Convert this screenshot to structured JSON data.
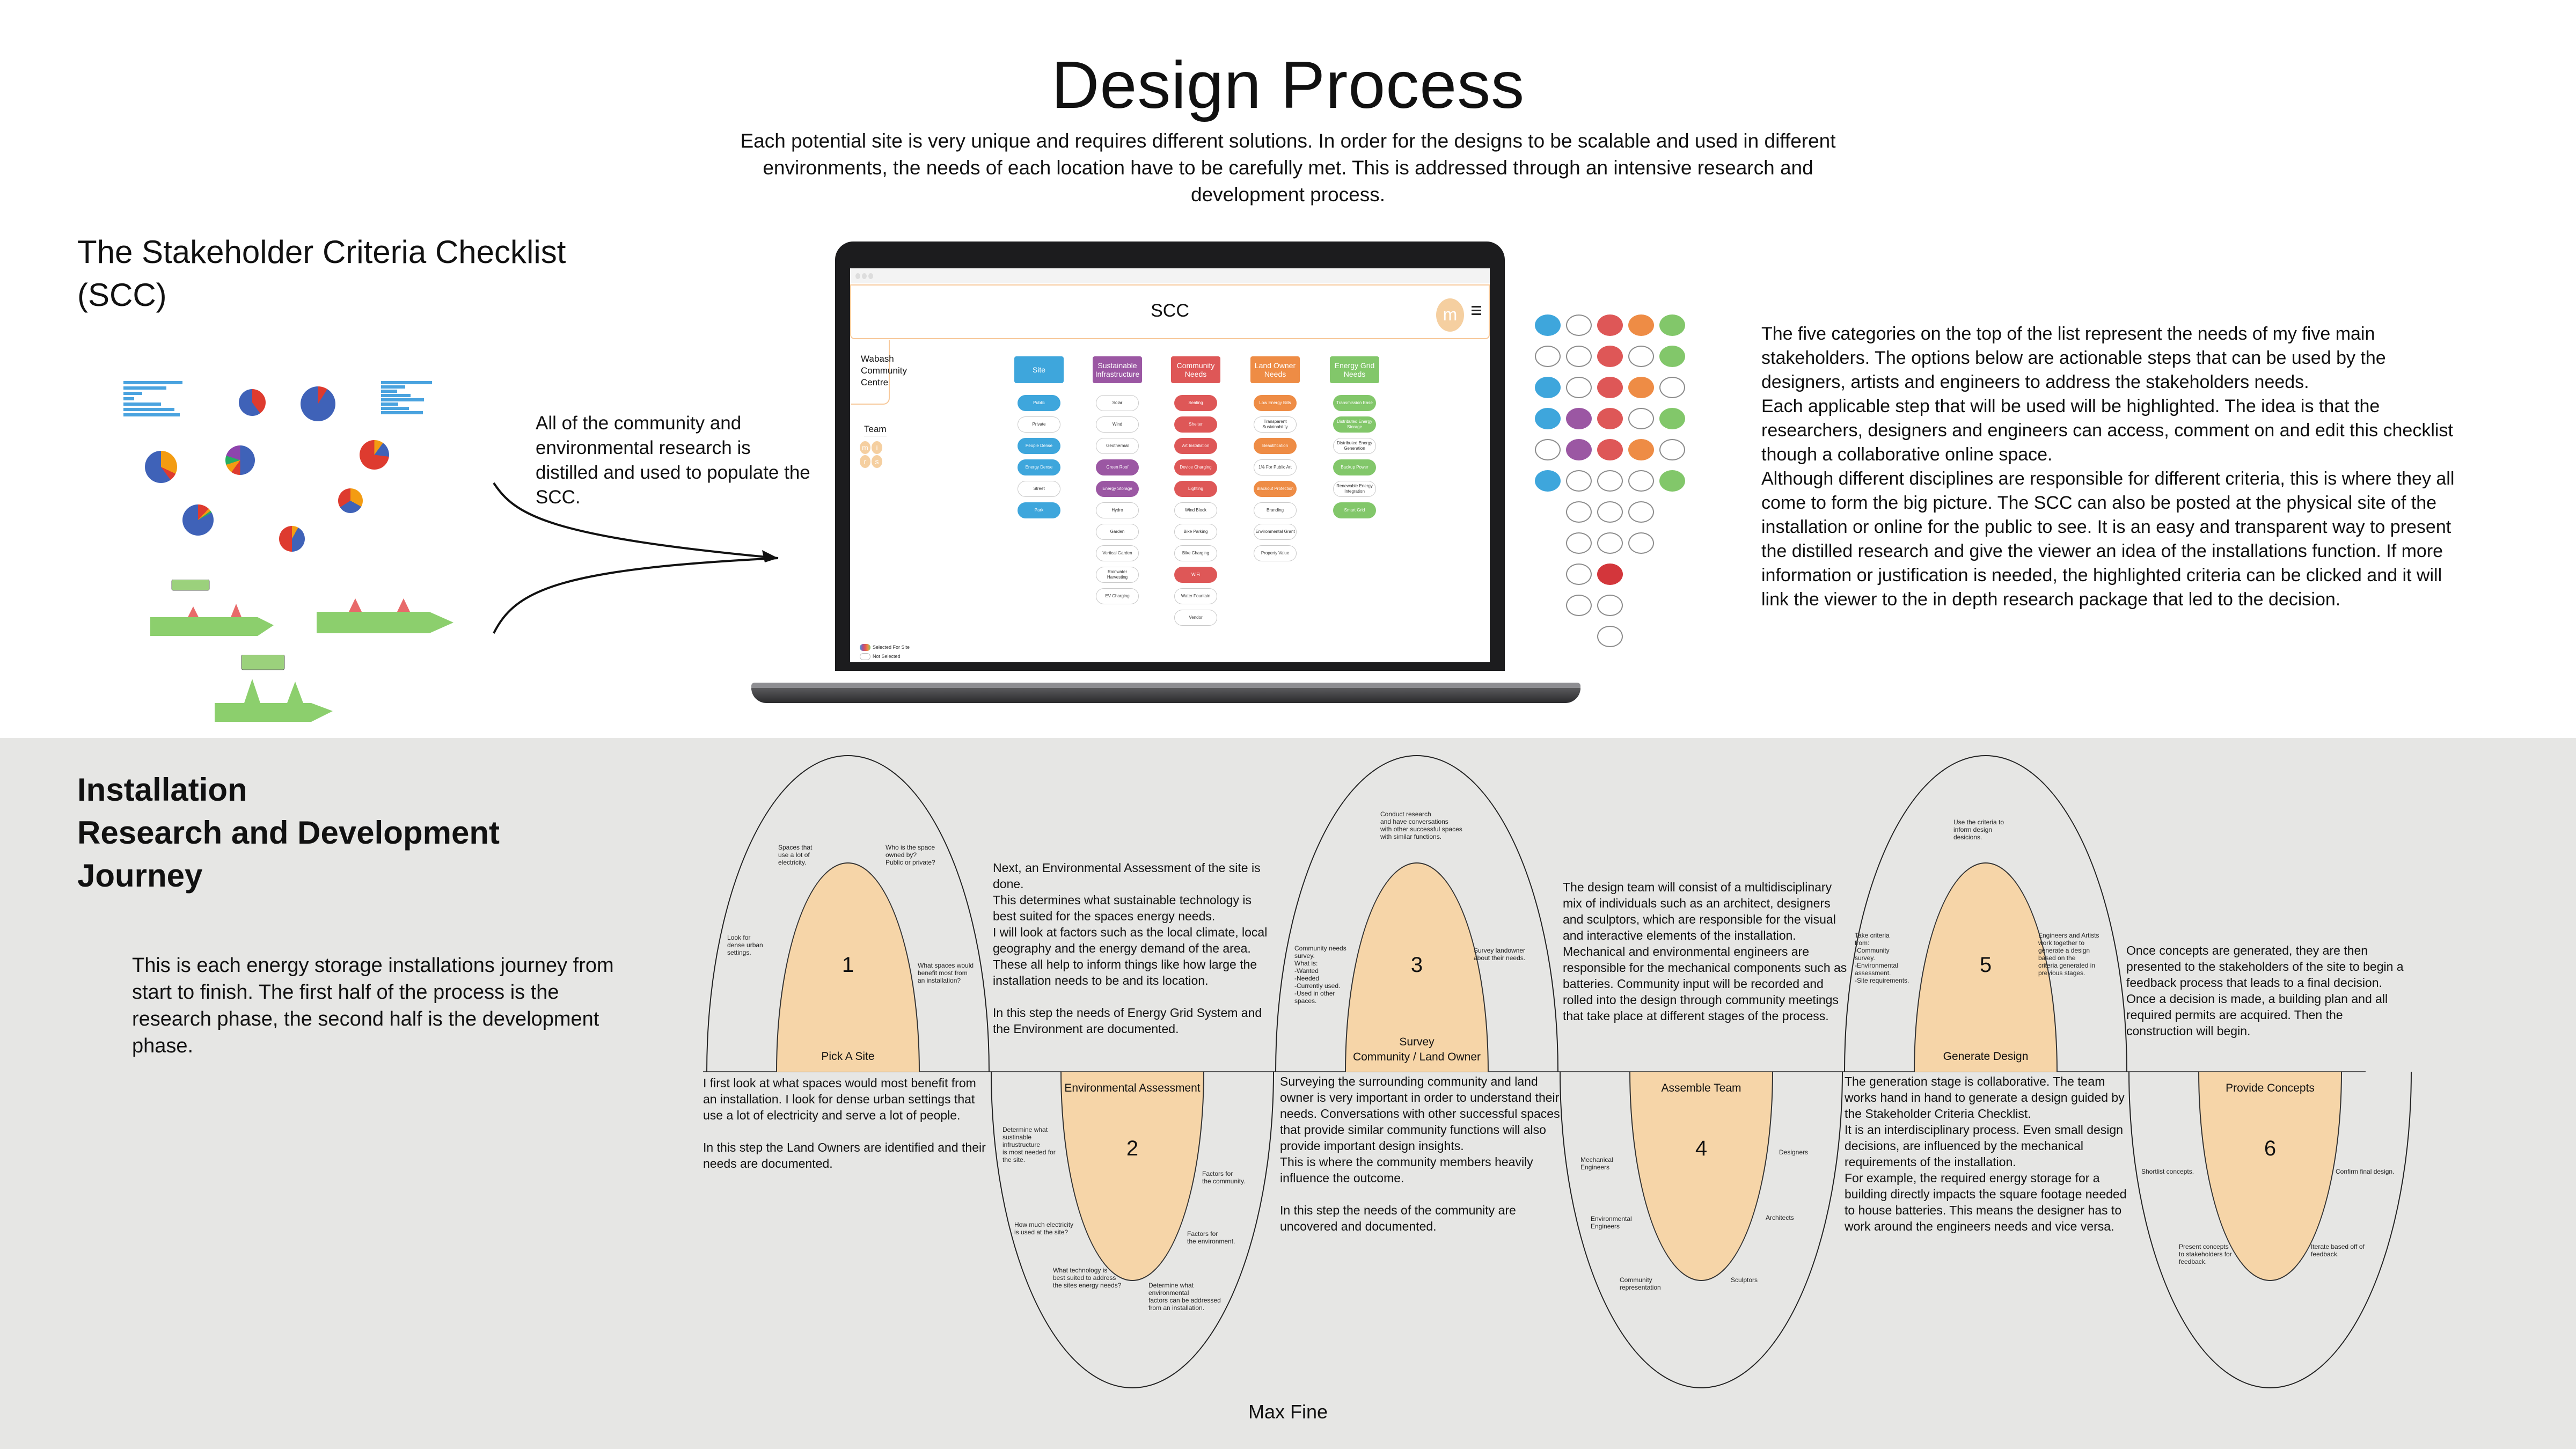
{
  "header": {
    "title": "Design Process",
    "intro": "Each potential site is very unique and requires different solutions. In order for the designs to be scalable and used in different environments, the needs of each location have to be carefully met. This is addressed through an intensive research and development process."
  },
  "scc_section": {
    "heading": "The Stakeholder Criteria Checklist\n (SCC)",
    "lead_text": "All of the community and environmental research is distilled and used to populate the SCC.",
    "description": "The five categories on the top of the list represent the needs of my five main stakeholders. The options below are actionable steps that can be used by the designers, artists and engineers to address the stakeholders needs.\nEach applicable step that will be used will be highlighted. The idea is that the researchers, designers and engineers can access, comment on and edit this checklist though a collaborative online space.\nAlthough different disciplines are responsible for different criteria, this is where they all come to form the big picture. The SCC can also be posted at the physical site of the installation or online for the public to see. It is an easy and transparent way to present the distilled research and give the viewer an idea of the installations function. If more information or justification is needed, the highlighted criteria can be clicked and it will link the viewer to the in depth research package that led to the decision."
  },
  "scc_app": {
    "title": "SCC",
    "user_initial": "m",
    "site_name": "Wabash\nCommunity\nCentre",
    "team_label": "Team",
    "team": [
      "m",
      "i",
      "r",
      "s"
    ],
    "colors": {
      "site": "#3ea6dc",
      "infrastructure": "#9b57a3",
      "community": "#de5757",
      "land_owner": "#ee8c45",
      "energy_grid": "#82c76a",
      "accent": "#f6cfa0"
    },
    "categories": [
      {
        "label": "Site",
        "color": "#3ea6dc",
        "options": [
          {
            "label": "Public",
            "selected": true
          },
          {
            "label": "Private",
            "selected": false
          },
          {
            "label": "People Dense",
            "selected": true
          },
          {
            "label": "Energy Dense",
            "selected": true
          },
          {
            "label": "Street",
            "selected": false
          },
          {
            "label": "Park",
            "selected": true
          }
        ]
      },
      {
        "label": "Sustainable Infrastructure",
        "color": "#9b57a3",
        "options": [
          {
            "label": "Solar",
            "selected": false
          },
          {
            "label": "Wind",
            "selected": false
          },
          {
            "label": "Geothermal",
            "selected": false
          },
          {
            "label": "Green Roof",
            "selected": true
          },
          {
            "label": "Energy Storage",
            "selected": true
          },
          {
            "label": "Hydro",
            "selected": false
          },
          {
            "label": "Garden",
            "selected": false
          },
          {
            "label": "Vertical Garden",
            "selected": false
          },
          {
            "label": "Rainwater Harvesting",
            "selected": false
          },
          {
            "label": "EV Charging",
            "selected": false
          }
        ]
      },
      {
        "label": "Community Needs",
        "color": "#de5757",
        "options": [
          {
            "label": "Seating",
            "selected": true
          },
          {
            "label": "Shelter",
            "selected": true
          },
          {
            "label": "Art Installation",
            "selected": true
          },
          {
            "label": "Device Charging",
            "selected": true
          },
          {
            "label": "Lighting",
            "selected": true
          },
          {
            "label": "Wind Block",
            "selected": false
          },
          {
            "label": "Bike Parking",
            "selected": false
          },
          {
            "label": "Bike Charging",
            "selected": false
          },
          {
            "label": "WiFi",
            "selected": true
          },
          {
            "label": "Water Fountain",
            "selected": false
          },
          {
            "label": "Vendor",
            "selected": false
          }
        ]
      },
      {
        "label": "Land Owner Needs",
        "color": "#ee8c45",
        "options": [
          {
            "label": "Low Energy Bills",
            "selected": true
          },
          {
            "label": "Transparent Sustainability",
            "selected": false
          },
          {
            "label": "Beautification",
            "selected": true
          },
          {
            "label": "1% For Public Art",
            "selected": false
          },
          {
            "label": "Blackout Protection",
            "selected": true
          },
          {
            "label": "Branding",
            "selected": false
          },
          {
            "label": "Environmental Grant",
            "selected": false
          },
          {
            "label": "Property Value",
            "selected": false
          }
        ]
      },
      {
        "label": "Energy Grid Needs",
        "color": "#82c76a",
        "options": [
          {
            "label": "Transmission Ease",
            "selected": true
          },
          {
            "label": "Distributed Energy Storage",
            "selected": true
          },
          {
            "label": "Distributed Energy Generation",
            "selected": false
          },
          {
            "label": "Backup Power",
            "selected": true
          },
          {
            "label": "Renewable Energy Integration",
            "selected": false
          },
          {
            "label": "Smart Grid",
            "selected": true
          }
        ]
      }
    ],
    "legend": {
      "selected": "Selected For Site",
      "not_selected": "Not Selected"
    }
  },
  "dot_matrix": {
    "rows": [
      [
        "#3ea6dc",
        null,
        "#de5757",
        "#ee8c45",
        "#82c76a"
      ],
      [
        null,
        null,
        "#de5757",
        null,
        "#82c76a"
      ],
      [
        "#3ea6dc",
        null,
        "#de5757",
        "#ee8c45",
        null
      ],
      [
        "#3ea6dc",
        "#9b57a3",
        "#de5757",
        null,
        "#82c76a"
      ],
      [
        null,
        "#9b57a3",
        "#de5757",
        "#ee8c45",
        null
      ],
      [
        "#3ea6dc",
        null,
        null,
        null,
        "#82c76a"
      ],
      [
        "skip",
        null,
        null,
        null,
        "skip"
      ],
      [
        "skip",
        null,
        null,
        null,
        "skip"
      ],
      [
        "skip",
        null,
        "#d3363b",
        "skip",
        "skip"
      ],
      [
        "skip",
        null,
        null,
        "skip",
        "skip"
      ],
      [
        "skip",
        "skip",
        null,
        "skip",
        "skip"
      ]
    ]
  },
  "journey": {
    "heading": "Installation\nResearch and Development\nJourney",
    "description": "This is each energy storage installations journey from start to finish. The first half of the process is the research phase, the second half is the development phase.",
    "author": "Max Fine",
    "steps": [
      {
        "number": "1",
        "title": "Pick A Site",
        "notes": [
          "Spaces that\nuse a lot of\nelectricity.",
          "Who is the space\nowned by?\nPublic or private?",
          "Look for\ndense urban\nsettings.",
          "What spaces would\nbenefit most from\nan installation?"
        ],
        "paragraph": "I first look at what spaces would most benefit from an installation. I look for dense urban settings that use a lot of electricity and serve a lot of people.\n\nIn this step the Land Owners are identified and their needs are documented."
      },
      {
        "number": "2",
        "title": "Environmental Assessment",
        "notes": [
          "Determine what\nsustinable\ninfrustructure\nis most needed for\nthe site.",
          "Factors for\nthe community.",
          "How much electricity\nis used at the site?",
          "Factors for\nthe environment.",
          "What technology is\nbest suited to address\nthe sites energy needs?",
          "Determine what\nenvironmental\nfactors can be addressed\nfrom an installation."
        ],
        "paragraph": "Next, an Environmental Assessment of the site is done.\nThis determines what sustainable technology is best suited for the spaces energy needs.\nI will look at factors such as the local climate, local geography and the energy demand of the area. These all help to inform things like how large the installation needs to be and its location.\n\nIn this step the needs of Energy Grid System and the Environment are documented."
      },
      {
        "number": "3",
        "title": "Survey\nCommunity / Land Owner",
        "notes": [
          "Conduct research\nand have conversations\nwith other successful spaces\nwith similar functions.",
          "Community needs\nsurvey.\nWhat is:\n-Wanted\n-Needed\n-Currently used.\n-Used in other\nspaces.",
          "Survey landowner\nabout their needs."
        ],
        "paragraph": "Surveying the surrounding community and land owner is very important in order to understand their needs. Conversations with other successful spaces that provide similar community functions will also provide important design insights.\nThis is where the community members heavily influence the outcome.\n\nIn this step the needs of the community are uncovered and documented."
      },
      {
        "number": "4",
        "title": "Assemble Team",
        "notes": [
          "Mechanical\nEngineers",
          "Designers",
          "Environmental\nEngineers",
          "Architects",
          "Community\nrepresentation",
          "Sculptors"
        ],
        "paragraph": "The design team will consist of a multidisciplinary mix of individuals such as an architect, designers and sculptors, which are responsible for the visual and interactive elements of the installation. Mechanical and environmental engineers are responsible for the mechanical components such as batteries. Community input will be recorded and rolled into the design through community meetings that take place at different stages of the process."
      },
      {
        "number": "5",
        "title": "Generate Design",
        "notes": [
          "Use the criteria to\ninform design\ndesicions.",
          "Take criteria\nfrom:\n-Community\nsurvey.\n-Environmental\nassessment.\n-Site requirements.",
          "Engineers and Artists\nwork together to\ngenerate a design\nbased on the\ncriteria generated in\nprevious stages."
        ],
        "paragraph": "The generation stage is collaborative. The team works hand in hand to generate a design guided by the Stakeholder Criteria Checklist.\nIt is an interdisciplinary process. Even small design decisions, are influenced by the mechanical requirements of the installation.\nFor example, the required energy storage for a building directly impacts the square footage needed to house batteries. This means the designer has to work around the engineers needs and vice versa."
      },
      {
        "number": "6",
        "title": "Provide Concepts",
        "notes": [
          "Shortlist concepts.",
          "Confirm final design.",
          "Present concepts\nto stakeholders for\nfeedback.",
          "Iterate based off of\nfeedback."
        ],
        "paragraph": "Once concepts are generated, they are then presented to the stakeholders of the site to begin a feedback process that leads to a final decision.\nOnce a decision is made, a building plan and all required permits are acquired. Then the construction will begin."
      }
    ]
  }
}
